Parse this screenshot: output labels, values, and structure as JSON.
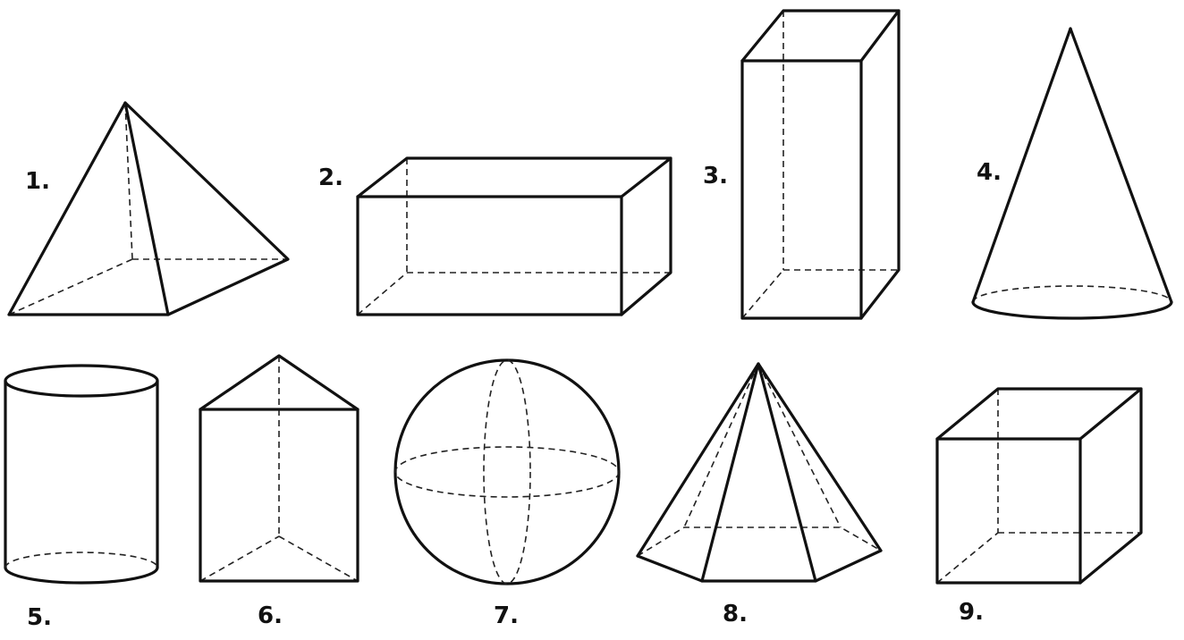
{
  "shapes": [
    {
      "label": "1.",
      "icon": "square-pyramid-icon"
    },
    {
      "label": "2.",
      "icon": "rectangular-prism-icon"
    },
    {
      "label": "3.",
      "icon": "tall-rectangular-prism-icon"
    },
    {
      "label": "4.",
      "icon": "cone-icon"
    },
    {
      "label": "5.",
      "icon": "cylinder-icon"
    },
    {
      "label": "6.",
      "icon": "triangular-prism-icon"
    },
    {
      "label": "7.",
      "icon": "sphere-icon"
    },
    {
      "label": "8.",
      "icon": "pentagonal-pyramid-icon"
    },
    {
      "label": "9.",
      "icon": "cube-icon"
    }
  ]
}
